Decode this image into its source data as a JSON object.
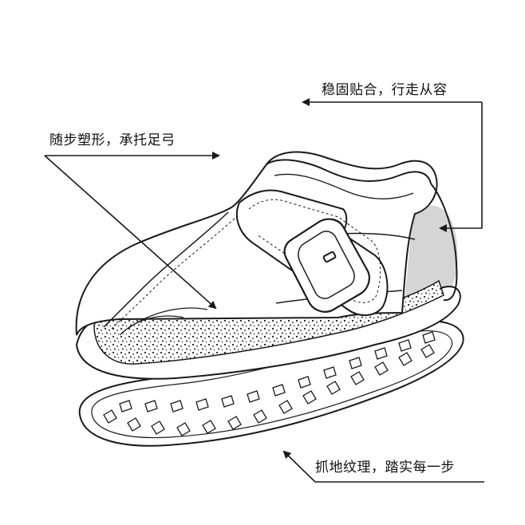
{
  "callouts": {
    "fit": "稳固贴合，行走从容",
    "arch": "随步塑形，承托足弓",
    "grip": "抓地纹理，踏实每一步"
  },
  "colors": {
    "line": "#1a1a1a",
    "background": "#ffffff",
    "heel_tint": "#d0d0d0",
    "cork": "#ffffff"
  }
}
